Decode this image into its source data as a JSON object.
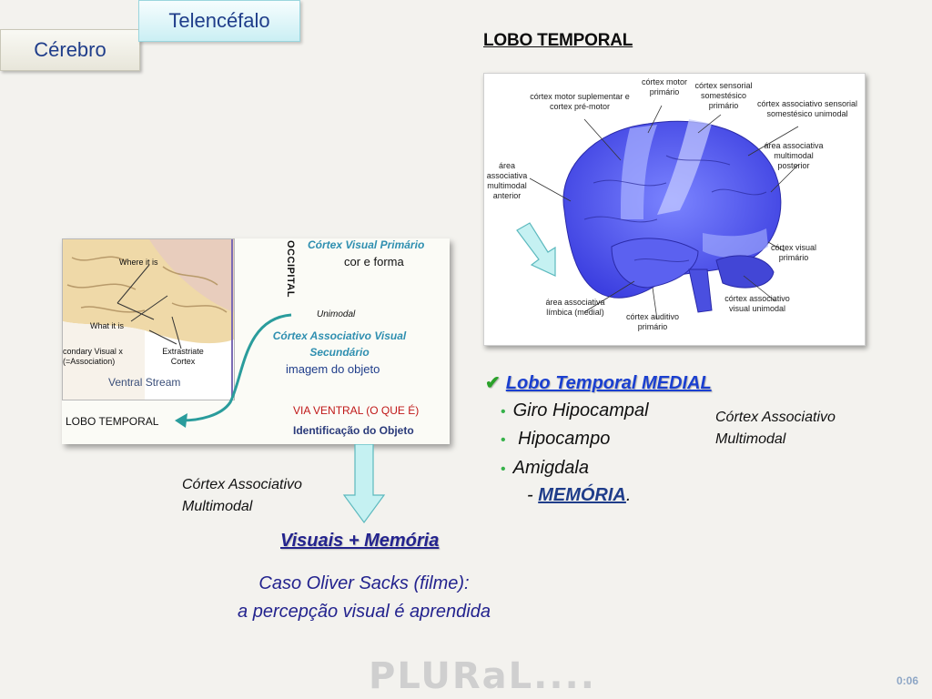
{
  "tabs": {
    "cerebro": "Cérebro",
    "telencefalo": "Telencéfalo"
  },
  "title": "LOBO TEMPORAL",
  "brain_diagram": {
    "labels": {
      "motor_suplementar": "córtex motor suplementar e cortex pré-motor",
      "motor_primario": "córtex motor primário",
      "sensorial": "córtex sensorial somestésico primário",
      "assoc_sensorial": "córtex associativo sensorial somestésico unimodal",
      "multimodal_posterior": "área associativa multimodal posterior",
      "multimodal_anterior": "área associativa multimodal anterior",
      "visual_primario": "córtex visual primário",
      "visual_unimodal": "córtex associativo visual unimodal",
      "auditivo": "córtex auditivo primário",
      "limbica": "área associativa límbica (medial)"
    }
  },
  "left_figure": {
    "where_it_is": "Where it is",
    "what_it_is": "What it is",
    "secondary_visual": "condary Visual x (=Association)",
    "extrastriate": "Extrastriate Cortex",
    "ventral_stream": "Ventral Stream",
    "occipital": "OCCIPITAL",
    "cortex_visual_primario": "Córtex Visual Primário",
    "cor_forma": "cor e forma",
    "unimodal": "Unimodal",
    "cortex_assoc_visual": "Córtex Associativo  Visual Secundário",
    "imagem_objeto": "imagem do objeto",
    "via_ventral": "VIA VENTRAL (O QUE É)",
    "identificacao": "Identificação do Objeto",
    "lobo_temporal": "LOBO TEMPORAL"
  },
  "medial": {
    "title": "Lobo Temporal MEDIAL",
    "items": [
      "Giro Hipocampal",
      " Hipocampo",
      "Amigdala"
    ],
    "memoria_prefix": "- ",
    "memoria": "MEMÓRIA",
    "memoria_suffix": "."
  },
  "cam_right": "Córtex Associativo Multimodal",
  "cam_left": "Córtex Associativo Multimodal",
  "visuais": "Visuais + Memória",
  "caso_line1": "Caso Oliver Sacks (filme):",
  "caso_line2": "a percepção visual é aprendida",
  "logo": "PLURaL....",
  "timer": "0:06",
  "colors": {
    "accent_blue": "#1a3fd0",
    "bullet_green": "#36b24a",
    "arrow_teal": "#2a9c9c"
  }
}
